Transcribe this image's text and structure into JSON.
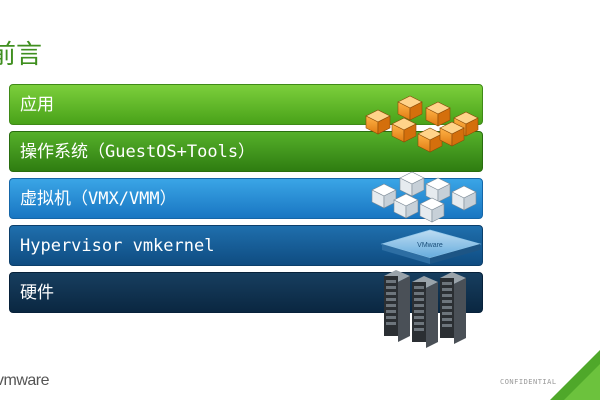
{
  "slide": {
    "title": "前言",
    "layers": [
      {
        "label": "应用"
      },
      {
        "label": "操作系统（GuestOS+Tools）"
      },
      {
        "label": "虚拟机（VMX/VMM）"
      },
      {
        "label": "Hypervisor vmkernel"
      },
      {
        "label": "硬件"
      }
    ],
    "icons": {
      "apps": "app-boxes-icon",
      "os": "os-boxes-icon",
      "vm": "vm-cubes-icon",
      "hypervisor": "vmware-platform-icon",
      "hardware": "server-rack-icon"
    },
    "platform_label": "VMware",
    "footer": {
      "logo": "vmware",
      "confidential": "CONFIDENTIAL"
    },
    "colors": {
      "title": "#3f8f1f",
      "layer_app": "#5fb82a",
      "layer_os": "#3d8f1a",
      "layer_vm": "#2a8ad6",
      "layer_hypervisor": "#175c96",
      "layer_hardware": "#0f3250",
      "corner_accent": "#4fa82a"
    }
  }
}
